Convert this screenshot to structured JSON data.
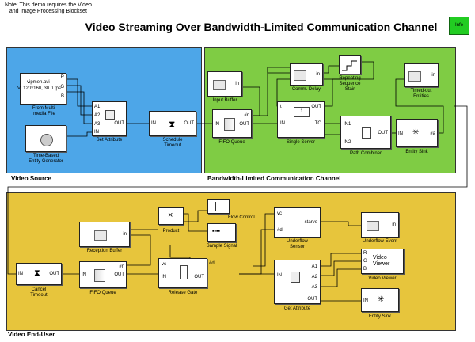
{
  "header": {
    "note": "Note: This demo requires the Video\n   and Image Processing Blockset",
    "title": "Video Streaming Over Bandwidth-Limited Communication Channel",
    "info_label": "Info"
  },
  "panels": {
    "video_source": "Video Source",
    "channel": "Bandwidth-Limited Communication Channel",
    "end_user": "Video End-User"
  },
  "blocks": {
    "multimedia": {
      "file": "vipmen.avi",
      "spec": "V: 120x160, 30.0 fps",
      "label": "From Multi-\nmedia File",
      "ports": [
        "R",
        "G",
        "B"
      ]
    },
    "entity_gen": {
      "label": "Time-Based\nEntity Generator"
    },
    "set_attribute": {
      "label": "Set Attribute",
      "ports": [
        "A1",
        "A2",
        "A3",
        "IN",
        "OUT"
      ]
    },
    "schedule_timeout": {
      "label": "Schedule\nTimeout",
      "in": "IN",
      "out": "OUT"
    },
    "input_buffer": {
      "label": "Input Buffer",
      "port": "in"
    },
    "comm_delay": {
      "label": "Comm. Delay",
      "port": "in"
    },
    "seq_stair": {
      "label": "Repeating\nSequence\nStair"
    },
    "timed_out": {
      "label": "Timed-out\nEntities",
      "port": "in"
    },
    "fifo1": {
      "label": "FIFO Queue",
      "in": "IN",
      "out": "OUT",
      "n": "#n"
    },
    "single_server": {
      "label": "Single Server",
      "in": "IN",
      "out": "OUT",
      "t": "t",
      "to": "TO",
      "count": "1"
    },
    "path_combiner": {
      "label": "Path Combiner",
      "in1": "IN1",
      "in2": "IN2",
      "out": "OUT"
    },
    "entity_sink1": {
      "label": "Entity Sink",
      "in": "IN",
      "a": "#a"
    },
    "cancel_timeout": {
      "label": "Cancel\nTimeout",
      "in": "IN",
      "out": "OUT"
    },
    "fifo2": {
      "label": "FIFO Queue",
      "in": "IN",
      "out": "OUT",
      "n": "#n"
    },
    "reception_buffer": {
      "label": "Reception Buffer",
      "port": "in"
    },
    "product": {
      "label": "Product",
      "sym": "×"
    },
    "flow_control": {
      "label": "Flow Control"
    },
    "sample_signal": {
      "label": "Sample Signal"
    },
    "release_gate": {
      "label": "Release Gate",
      "in": "IN",
      "out": "OUT",
      "vc": "vc",
      "d": "#d"
    },
    "starve": {
      "label": "Underflow\nSensor",
      "vc": "vc",
      "d": "#d",
      "starve": "starve"
    },
    "underflow_event": {
      "label": "Underflow Event",
      "port": "in"
    },
    "get_attribute": {
      "label": "Get Attribute",
      "in": "IN",
      "out": "OUT",
      "a": [
        "A1",
        "A2",
        "A3"
      ]
    },
    "video_viewer": {
      "label": "Video Viewer",
      "title": "Video\nViewer",
      "ports": [
        "R",
        "G",
        "B"
      ]
    },
    "entity_sink2": {
      "label": "Entity Sink",
      "in": "IN"
    }
  },
  "colors": {
    "source_panel": "#4da6e8",
    "channel_panel": "#7fcc44",
    "enduser_panel": "#e7c53c",
    "info": "#22cc22"
  }
}
